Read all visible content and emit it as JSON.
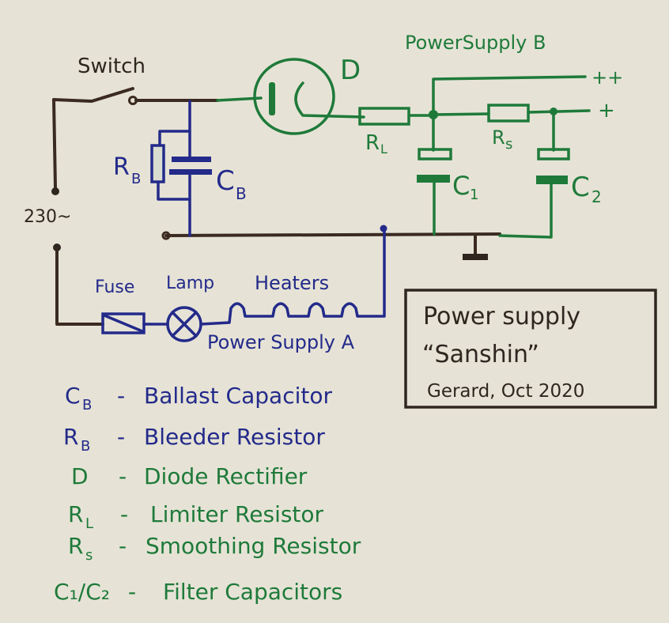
{
  "colors": {
    "paper": "#e6e3d6",
    "ink_dark": "#2f2620",
    "ink_blue": "#232a8a",
    "ink_green": "#1f7a3a"
  },
  "diagram": {
    "labels": {
      "switch": "Switch",
      "mains": "230~",
      "rb": "R",
      "rb_sub": "B",
      "cb": "C",
      "cb_sub": "B",
      "diode": "D",
      "power_supply_b": "PowerSupply  B",
      "plus_plus": "++",
      "plus": "+",
      "rl": "R",
      "rl_sub": "L",
      "rs": "R",
      "rs_sub": "s",
      "c1": "C",
      "c1_sub": "1",
      "c2": "C",
      "c2_sub": "2",
      "fuse": "Fuse",
      "lamp": "Lamp",
      "heaters": "Heaters",
      "power_supply_a": "Power Supply A"
    },
    "title_box": {
      "line1": "Power  supply",
      "line2": "“Sanshin”",
      "line3": "Gerard,  Oct  2020"
    },
    "legend": [
      {
        "symbol": "C",
        "sub": "B",
        "dash": "-",
        "description": "Ballast Capacitor",
        "color": "blue"
      },
      {
        "symbol": "R",
        "sub": "B",
        "dash": "-",
        "description": "Bleeder Resistor",
        "color": "blue"
      },
      {
        "symbol": "D",
        "sub": "",
        "dash": "-",
        "description": "Diode Rectifier",
        "color": "green"
      },
      {
        "symbol": "R",
        "sub": "L",
        "dash": "-",
        "description": "Limiter Resistor",
        "color": "green"
      },
      {
        "symbol": "R",
        "sub": "s",
        "dash": "-",
        "description": "Smoothing Resistor",
        "color": "green"
      },
      {
        "symbol": "C₁/C₂",
        "sub": "",
        "dash": "-",
        "description": "Filter Capacitors",
        "color": "green"
      }
    ]
  }
}
